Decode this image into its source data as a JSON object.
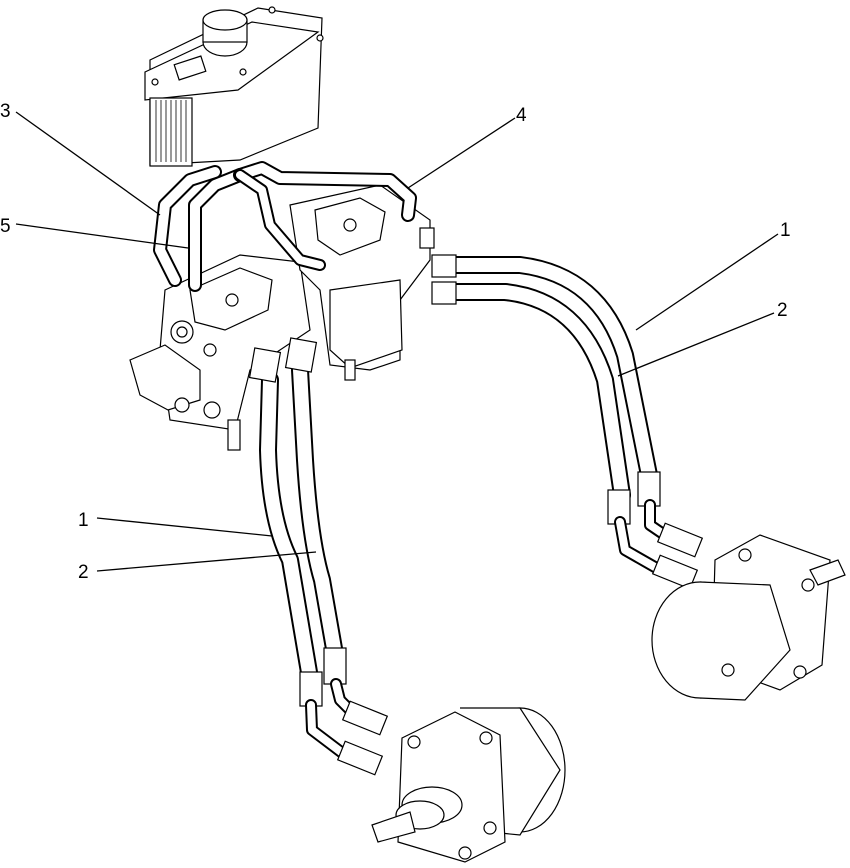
{
  "callouts": [
    {
      "id": "c3",
      "label": "3"
    },
    {
      "id": "c4",
      "label": "4"
    },
    {
      "id": "c5",
      "label": "5"
    },
    {
      "id": "c1-right",
      "label": "1"
    },
    {
      "id": "c2-right",
      "label": "2"
    },
    {
      "id": "c1-left",
      "label": "1"
    },
    {
      "id": "c2-left",
      "label": "2"
    }
  ]
}
